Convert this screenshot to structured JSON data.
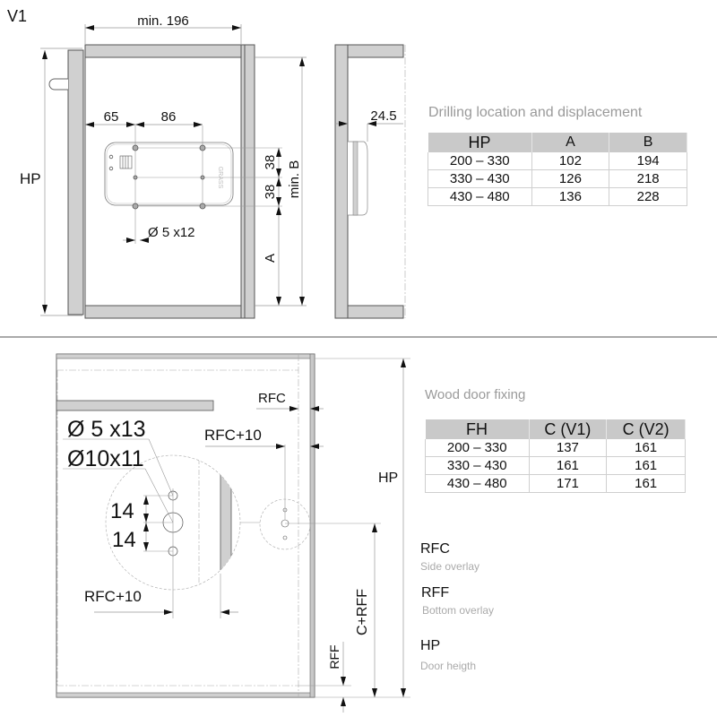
{
  "view_label": "V1",
  "top_diagram": {
    "min_width": "min. 196",
    "hp": "HP",
    "dim_65": "65",
    "dim_86": "86",
    "dim_38a": "38",
    "dim_38b": "38",
    "min_b": "min. B",
    "dim_a": "A",
    "hole_spec": "Ø 5 x12",
    "side_offset": "24.5",
    "brand_mark": "GRASS"
  },
  "drilling_table": {
    "title": "Drilling location and displacement",
    "headers": [
      "HP",
      "A",
      "B"
    ],
    "rows": [
      [
        "200 – 330",
        "102",
        "194"
      ],
      [
        "330 – 430",
        "126",
        "218"
      ],
      [
        "430 – 480",
        "136",
        "228"
      ]
    ]
  },
  "bottom_diagram": {
    "hole_small": "Ø 5 x13",
    "hole_large": "Ø10x11",
    "dim_14a": "14",
    "dim_14b": "14",
    "rfc_plus_10_lower": "RFC+10",
    "rfc": "RFC",
    "rfc_plus_10_upper": "RFC+10",
    "hp": "HP",
    "c_rff": "C+RFF",
    "rff": "RFF"
  },
  "wood_table": {
    "title": "Wood door fixing",
    "headers": [
      "FH",
      "C (V1)",
      "C (V2)"
    ],
    "rows": [
      [
        "200 – 330",
        "137",
        "161"
      ],
      [
        "330 – 430",
        "161",
        "161"
      ],
      [
        "430 – 480",
        "171",
        "161"
      ]
    ]
  },
  "legend": [
    {
      "key": "RFC",
      "desc": "Side overlay"
    },
    {
      "key": "RFF",
      "desc": "Bottom overlay"
    },
    {
      "key": "HP",
      "desc": "Door heigth"
    }
  ]
}
